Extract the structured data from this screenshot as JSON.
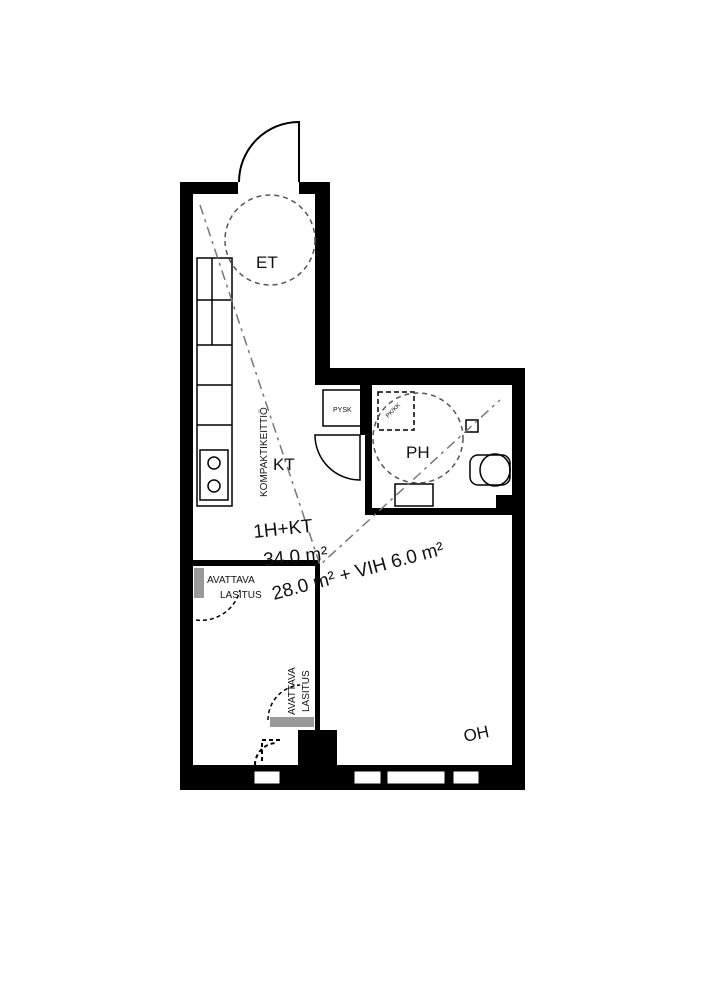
{
  "plan": {
    "apartment_type": "1H+KT",
    "total_area": "34.0 m²",
    "area_breakdown": "28.0 m² + VIH 6.0 m²",
    "rooms": {
      "entrance": "ET",
      "kitchen": "KT",
      "kitchen_label": "KOMPAKTIKEITTIÖ",
      "closet": "PYSK",
      "bathroom": "PH",
      "living_room": "OH",
      "glazing_1": [
        "AVATTAVA",
        "LASITUS"
      ],
      "glazing_2": [
        "AVATTAVA",
        "LASITUS"
      ],
      "appliance": "PK/KK"
    },
    "colors": {
      "wall": "#000000",
      "background": "#ffffff",
      "dashed": "#777777"
    }
  }
}
